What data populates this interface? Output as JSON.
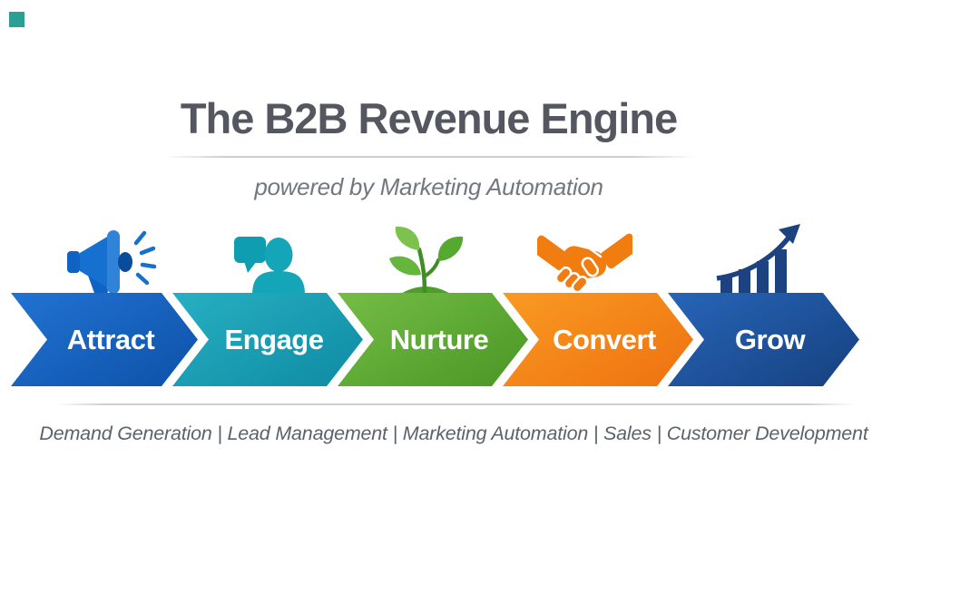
{
  "corner_mark": {
    "color": "#2b9f92"
  },
  "header": {
    "title": "The B2B Revenue Engine",
    "subtitle": "powered by Marketing Automation",
    "title_color": "#54575f",
    "divider_color": "#cdcdcd"
  },
  "band": {
    "text_color": "#ffffff",
    "stages": null
  },
  "stages": [
    {
      "label": "Attract",
      "icon": "megaphone-icon",
      "color_start": "#2173d2",
      "color_end": "#0d51a8"
    },
    {
      "label": "Engage",
      "icon": "person-chat-icon",
      "color_start": "#27afc2",
      "color_end": "#0e8ba3"
    },
    {
      "label": "Nurture",
      "icon": "sprout-icon",
      "color_start": "#74bd46",
      "color_end": "#4a9625"
    },
    {
      "label": "Convert",
      "icon": "handshake-icon",
      "color_start": "#f99a22",
      "color_end": "#ee7110"
    },
    {
      "label": "Grow",
      "icon": "growth-chart-icon",
      "color_start": "#2765b8",
      "color_end": "#16407f"
    }
  ],
  "footer": {
    "caption": "Demand Generation | Lead Management | Marketing Automation | Sales | Customer Development",
    "divider_color": "#cfcfcf"
  }
}
